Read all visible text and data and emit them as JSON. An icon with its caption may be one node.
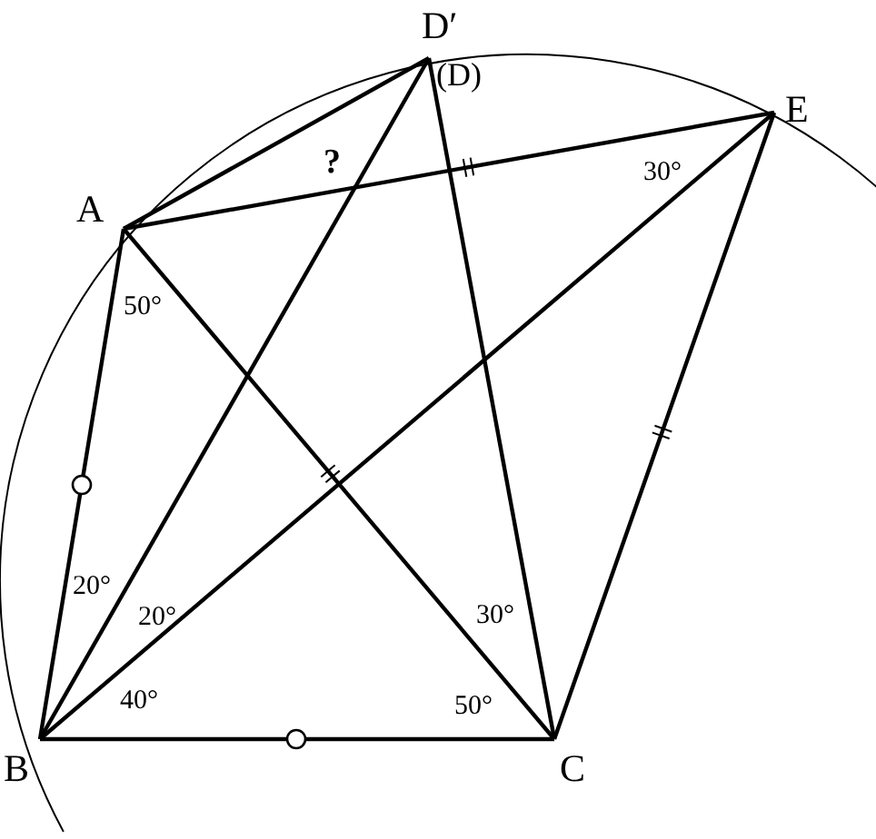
{
  "diagram": {
    "nodes": [
      {
        "text": [
          "D′"
        ],
        "beside": [
          "(D)"
        ]
      },
      {
        "text": [
          "E"
        ]
      },
      {
        "text": [
          "A"
        ]
      },
      {
        "text": [
          "B"
        ]
      },
      {
        "text": [
          "C"
        ]
      }
    ],
    "edges": [
      {
        "from": 2,
        "to": 0,
        "arrow": "none"
      },
      {
        "from": 2,
        "to": 1,
        "arrow": "none"
      },
      {
        "from": 2,
        "to": 3,
        "arrow": "none"
      },
      {
        "from": 2,
        "to": 4,
        "arrow": "none"
      },
      {
        "from": 3,
        "to": 4,
        "arrow": "none"
      },
      {
        "from": 3,
        "to": 0,
        "arrow": "none"
      },
      {
        "from": 3,
        "to": 1,
        "arrow": "none"
      },
      {
        "from": 4,
        "to": 0,
        "arrow": "none"
      },
      {
        "from": 4,
        "to": 1,
        "arrow": "none"
      }
    ],
    "labels": [
      "?",
      "30°",
      "50°",
      "20°",
      "20°",
      "30°",
      "40°",
      "50°"
    ]
  }
}
